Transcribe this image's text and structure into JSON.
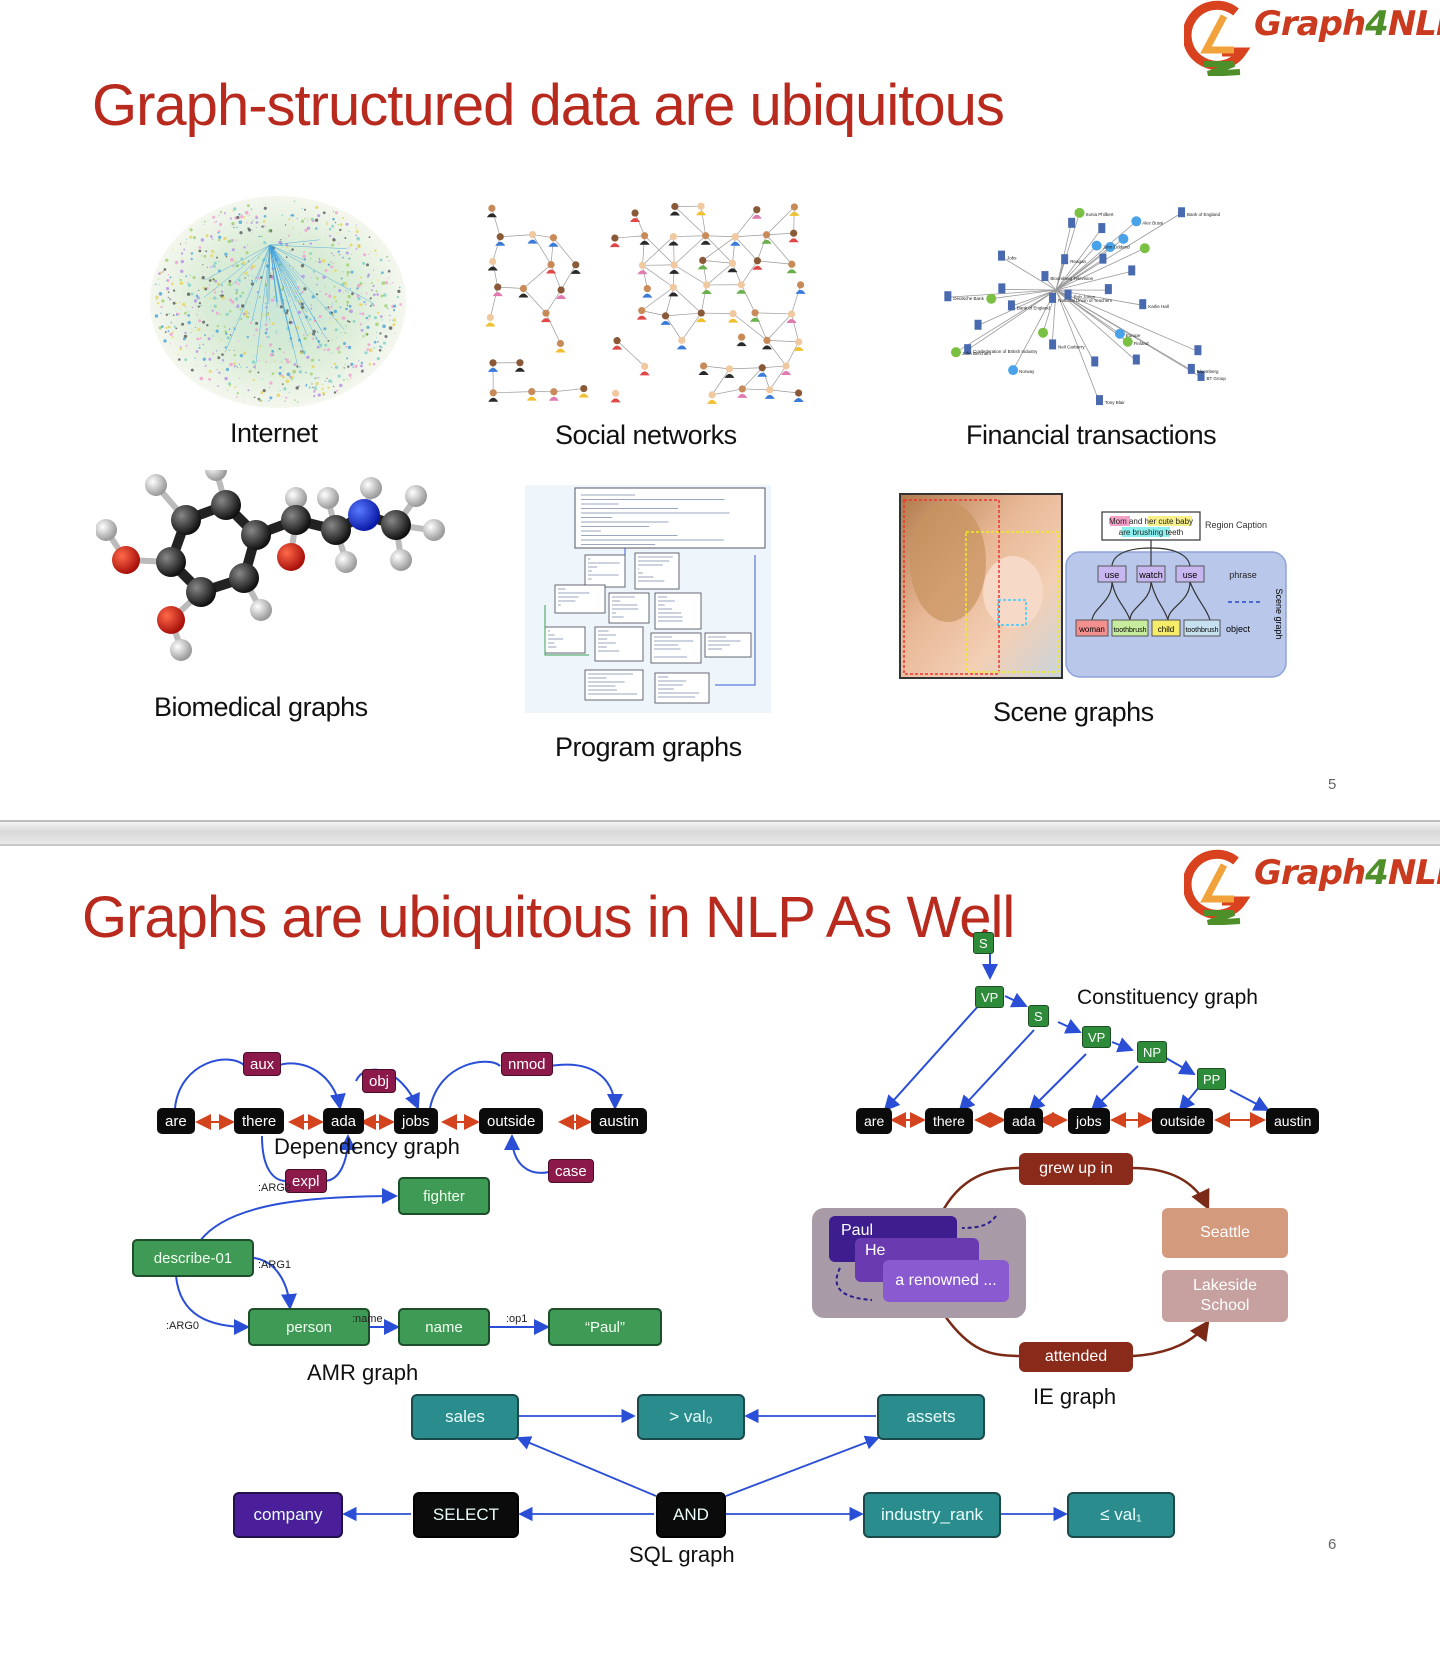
{
  "slide1": {
    "title": "Graph-structured data are ubiquitous",
    "logo_text_a": "Graph",
    "logo_text_b": "4",
    "logo_text_c": "NLP",
    "captions": {
      "internet": "Internet",
      "social": "Social networks",
      "financial": "Financial transactions",
      "biomedical": "Biomedical graphs",
      "program": "Program graphs",
      "scene": "Scene graphs"
    },
    "scene": {
      "caption_line1": "Mom and her cute baby",
      "caption_line2": "are brushing teeth",
      "region_caption": "Region Caption",
      "relations": [
        "use",
        "watch",
        "use"
      ],
      "phrase": "phrase",
      "objects": [
        "woman",
        "toothbrush",
        "child",
        "toothbrush"
      ],
      "object": "object",
      "scene_graph": "Scene graph"
    },
    "financial_labels": [
      "Alec Bussi",
      "National Union of Teachers",
      "Reagan",
      "John Bercham",
      "Bloomberg",
      "Neil Carberry",
      "Norway",
      "Confederation of British Industry",
      "Rob Jones",
      "Finland",
      "Bank of England",
      "BT Group",
      "Europe",
      "Karlie Hall",
      "Jobs",
      "Sonia Philbert",
      "Bank of England",
      "Tony Blair",
      "John Oddand",
      "Deutsche Bank",
      "Bloomberg Television"
    ],
    "page_number": "5"
  },
  "slide2": {
    "title": "Graphs are ubiquitous in NLP As Well",
    "logo_text_a": "Graph",
    "logo_text_b": "4",
    "logo_text_c": "NLP",
    "dependency": {
      "caption": "Dependency graph",
      "words": [
        "are",
        "there",
        "ada",
        "jobs",
        "outside",
        "austin"
      ],
      "labels": {
        "aux": "aux",
        "obj": "obj",
        "nmod": "nmod",
        "expl": "expl",
        "case": "case"
      }
    },
    "constituency": {
      "caption": "Constituency graph",
      "nodes": {
        "s1": "S",
        "vp1": "VP",
        "s2": "S",
        "vp2": "VP",
        "np": "NP",
        "pp": "PP"
      },
      "words": [
        "are",
        "there",
        "ada",
        "jobs",
        "outside",
        "austin"
      ]
    },
    "amr": {
      "caption": "AMR graph",
      "nodes": {
        "describe": "describe-01",
        "fighter": "fighter",
        "person": "person",
        "name": "name",
        "paul": "“Paul”"
      },
      "edges": {
        "arg2": ":ARG2",
        "arg1": ":ARG1",
        "arg0": ":ARG0",
        "name": ":name",
        "op1": ":op1"
      }
    },
    "ie": {
      "caption": "IE graph",
      "grew": "grew up in",
      "attended": "attended",
      "seattle": "Seattle",
      "lakeside1": "Lakeside",
      "lakeside2": "School",
      "paul": "Paul",
      "he": "He",
      "renowned": "a renowned ..."
    },
    "sql": {
      "caption": "SQL graph",
      "sales": "sales",
      "val0": "> val₀",
      "assets": "assets",
      "company": "company",
      "select": "SELECT",
      "and": "AND",
      "industry": "industry_rank",
      "val1": "≤ val₁"
    },
    "page_number": "6"
  },
  "colors": {
    "title_red": "#b8291e",
    "green_node": "#2e8b3a",
    "maroon_node": "#8b1a4a",
    "teal_node": "#2a8c8c",
    "purple_node": "#4b1f9a",
    "ie_label": "#8a2a1a"
  }
}
